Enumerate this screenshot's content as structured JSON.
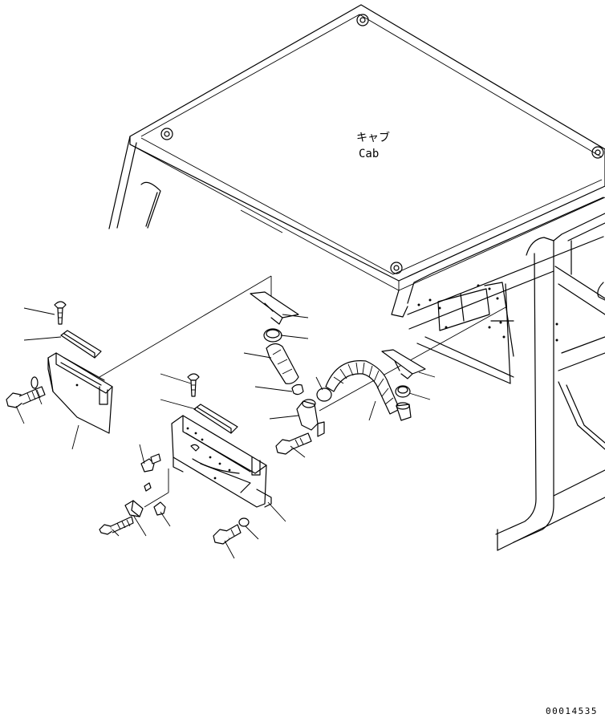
{
  "cab_label_jp": "キャブ",
  "cab_label_en": "Cab",
  "figure_number": "00014535"
}
